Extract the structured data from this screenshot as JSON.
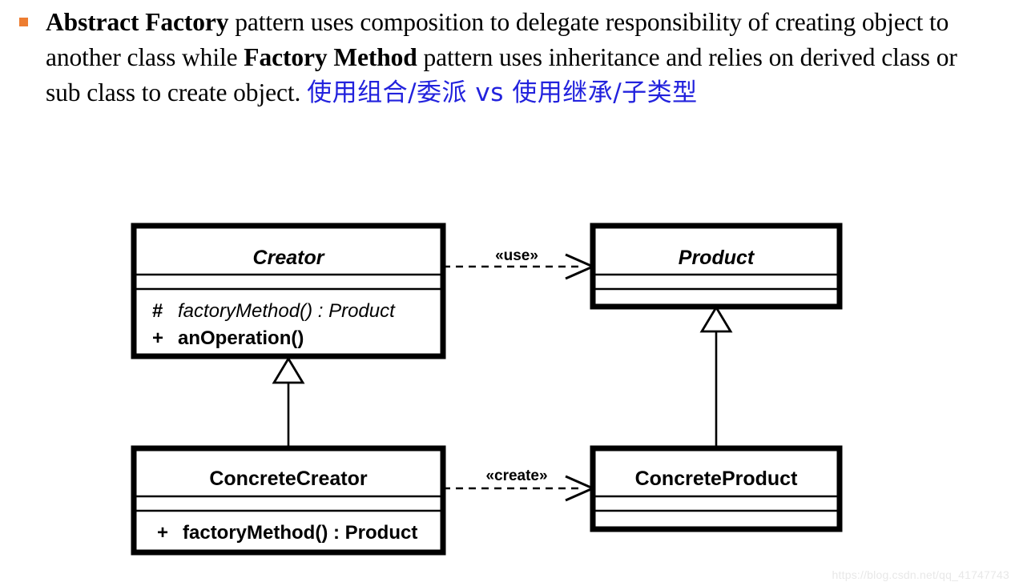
{
  "slide": {
    "bullet_color": "#ED7D31",
    "paragraph": {
      "seg1_bold": "Abstract Factory",
      "seg2": " pattern uses composition to delegate responsibility of creating object to another class while ",
      "seg3_bold": "Factory Method",
      "seg4": " pattern uses inheritance and relies on derived class or sub class to create object. ",
      "seg5_chinese": "使用组合/委派 vs 使用继承/子类型",
      "chinese_color": "#2222DD"
    }
  },
  "diagram": {
    "type": "uml-class-diagram",
    "classes": [
      {
        "id": "creator",
        "name": "Creator",
        "abstract": true,
        "attributes": [],
        "operations": [
          {
            "visibility": "#",
            "signature": "factoryMethod() : Product",
            "abstract": true
          },
          {
            "visibility": "+",
            "signature": "anOperation()",
            "abstract": false
          }
        ]
      },
      {
        "id": "product",
        "name": "Product",
        "abstract": true,
        "attributes": [],
        "operations": []
      },
      {
        "id": "concrete-creator",
        "name": "ConcreteCreator",
        "abstract": false,
        "attributes": [],
        "operations": [
          {
            "visibility": "+",
            "signature": "factoryMethod() : Product",
            "abstract": false
          }
        ]
      },
      {
        "id": "concrete-product",
        "name": "ConcreteProduct",
        "abstract": false,
        "attributes": [],
        "operations": []
      }
    ],
    "relations": [
      {
        "id": "use",
        "from": "creator",
        "to": "product",
        "kind": "dependency",
        "stereotype": "«use»"
      },
      {
        "id": "create",
        "from": "concrete-creator",
        "to": "concrete-product",
        "kind": "dependency",
        "stereotype": "«create»"
      },
      {
        "id": "gen-creator",
        "from": "concrete-creator",
        "to": "creator",
        "kind": "generalization",
        "stereotype": ""
      },
      {
        "id": "gen-product",
        "from": "concrete-product",
        "to": "product",
        "kind": "generalization",
        "stereotype": ""
      }
    ],
    "labels": {
      "creator_title": "Creator",
      "creator_op1_vis": "#",
      "creator_op1": "factoryMethod() : Product",
      "creator_op2_vis": "+",
      "creator_op2": "anOperation()",
      "product_title": "Product",
      "concrete_creator_title": "ConcreteCreator",
      "concrete_creator_op1_vis": "+",
      "concrete_creator_op1": "factoryMethod() : Product",
      "concrete_product_title": "ConcreteProduct",
      "use_stereotype": "«use»",
      "create_stereotype": "«create»"
    },
    "line_color": "#000000",
    "fill_color": "#FFFFFF"
  },
  "watermark": {
    "text": "https://blog.csdn.net/qq_41747743",
    "color": "#E8E8E8"
  }
}
